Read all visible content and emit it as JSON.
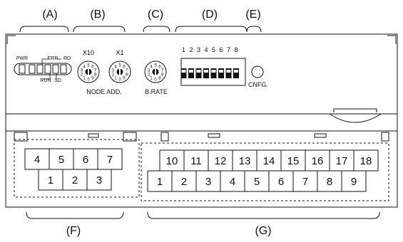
{
  "callouts": {
    "a": "(A)",
    "b": "(B)",
    "c": "(C)",
    "d": "(D)",
    "e": "(E)",
    "f": "(F)",
    "g": "(G)"
  },
  "leds": {
    "pwr": "PWR",
    "err": "ERR",
    "rd": "RD",
    "run": "RUN",
    "sd": "SD"
  },
  "node_switch": {
    "x10": "X10",
    "x1": "X1",
    "label": "NODE ADD.",
    "digits": [
      "0",
      "1",
      "2",
      "3",
      "4",
      "5",
      "6",
      "7",
      "8",
      "9"
    ]
  },
  "baud_switch": {
    "label": "B.RATE"
  },
  "dip": {
    "positions": [
      "1",
      "2",
      "3",
      "4",
      "5",
      "6",
      "7",
      "8"
    ]
  },
  "config": {
    "label": "CNFG."
  },
  "terminal_f": {
    "top": [
      "4",
      "5",
      "6",
      "7"
    ],
    "bottom": [
      "1",
      "2",
      "3"
    ]
  },
  "terminal_g": {
    "top": [
      "10",
      "11",
      "12",
      "13",
      "14",
      "15",
      "16",
      "17",
      "18"
    ],
    "bottom": [
      "1",
      "2",
      "3",
      "4",
      "5",
      "6",
      "7",
      "8",
      "9"
    ]
  }
}
